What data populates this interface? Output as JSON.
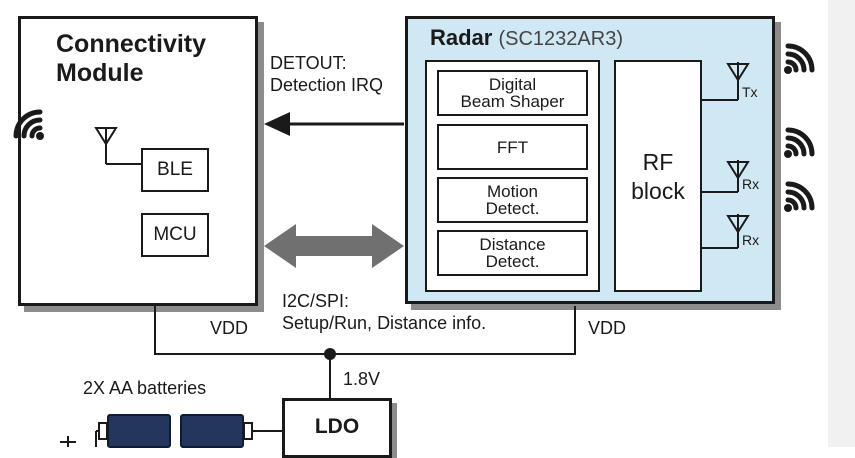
{
  "connectivity_module": {
    "title": "Connectivity\nModule",
    "ble_label": "BLE",
    "mcu_label": "MCU"
  },
  "radar": {
    "title_bold": "Radar",
    "part_number": "(SC1232AR3)",
    "blocks": [
      "Digital\nBeam Shaper",
      "FFT",
      "Motion\nDetect.",
      "Distance\nDetect."
    ],
    "rf_block": "RF\nblock",
    "antennas": [
      "Tx",
      "Rx",
      "Rx"
    ]
  },
  "signals": {
    "detout": "DETOUT:\nDetection IRQ",
    "bus": "I2C/SPI:\nSetup/Run, Distance info.",
    "vdd_left": "VDD",
    "vdd_right": "VDD",
    "voltage": "1.8V"
  },
  "power": {
    "batteries_label": "2X AA batteries",
    "ldo_label": "LDO"
  },
  "icons": [
    "wireless-signal-icon",
    "antenna-icon"
  ]
}
